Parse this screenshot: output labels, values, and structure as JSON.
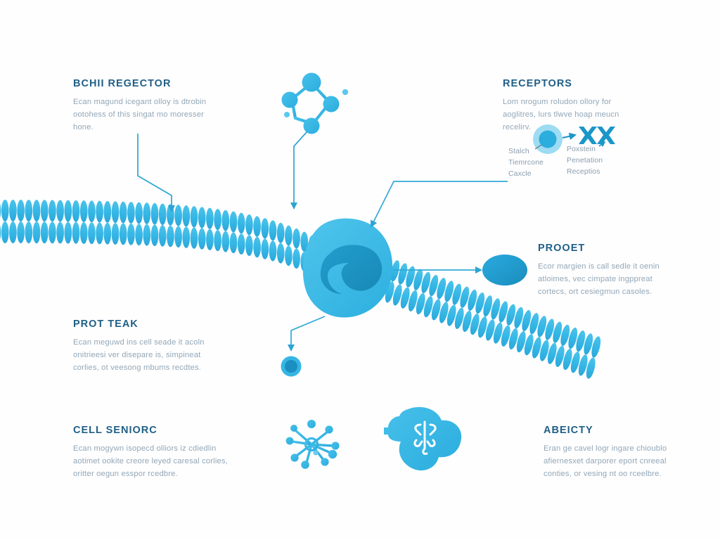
{
  "theme": {
    "bg": "#fefeff",
    "accent": "#35b6e5",
    "accent_dark": "#1b96c8",
    "accent_deep": "#1784b3",
    "accent_light": "#7ed2ee",
    "title_color": "#1f5f86",
    "body_color": "#93a7b6",
    "line_color": "#31a9d6"
  },
  "blocks": {
    "top_left": {
      "title": "BCHII REGECTOR",
      "body": "Ecan magund icegant olloy is dtrobin ootohess of this singat mo moresser hone."
    },
    "top_right": {
      "title": "RECEPTORS",
      "body": "Lom nrogum roludon ollory for aoglitres, lurs tlwve hoap meucn recelirv."
    },
    "mid_right": {
      "title": "PROOET",
      "body": "Ecor margien is call sedle it oenin atloimes, vec cimpate ingppreat cortecs, ort cesiegmun casoles."
    },
    "mid_left": {
      "title": "PROT TEAK",
      "body": "Ecan meguwd ins cell seade it acoln onitrieesi ver disepare is, simpineat corlies, ot veesong mbums recdtes."
    },
    "bottom_left": {
      "title": "CELL SENIORC",
      "body": "Ecan mogywn isopecd olliors iz cdiedlin aotimet ookite creore leyed caresal corlies, oritter oegun esspor rcedbre."
    },
    "bottom_right": {
      "title": "ABEICTY",
      "body": "Eran ge cavel logr ingare chioublo afiernesxet darporer eport cnreeal conties, or vesing nt oo rceelbre."
    }
  },
  "inset": {
    "left_label": "Stalch Tiemrcone Caxcle",
    "right_label": "Poxstein Penetation Receptios",
    "marker": "XX"
  },
  "graphics": {
    "membrane_label": "lipid-bilayer",
    "transmembrane_protein": "channel-protein",
    "icons": [
      {
        "name": "molecule-network-icon",
        "nodes": 4
      },
      {
        "name": "receptor-dot-icon",
        "nodes": 1
      },
      {
        "name": "radial-molecule-icon",
        "nodes": 9
      },
      {
        "name": "cell-blob-molecule-icon",
        "nodes": 1
      },
      {
        "name": "protein-ellipse-icon",
        "nodes": 1
      }
    ],
    "connector_count": 5
  }
}
